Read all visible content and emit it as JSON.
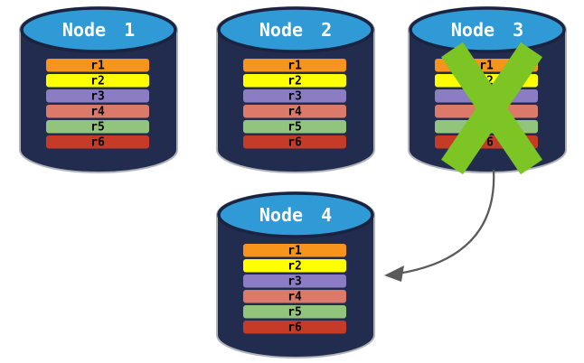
{
  "canvas": {
    "background": "#FFFFFF"
  },
  "colors": {
    "cylinder_body": "#212C4E",
    "cylinder_top": "#2F9AD6",
    "cylinder_outline": "#B0B4BA",
    "ellipse_ring": "#1A2440",
    "node_label_text": "#FFFFFF",
    "record_label_text": "#000000",
    "failure_x": "#7DC425",
    "arrow": "#5A5A5A"
  },
  "record_colors": {
    "r1": "#F7941D",
    "r2": "#FFFF00",
    "r3": "#8B7CC4",
    "r4": "#DB7A6B",
    "r5": "#93C47E",
    "r6": "#C53B27"
  },
  "nodes": [
    {
      "label": "Node 1",
      "failed": false,
      "records": [
        "r1",
        "r2",
        "r3",
        "r4",
        "r5",
        "r6"
      ]
    },
    {
      "label": "Node 2",
      "failed": false,
      "records": [
        "r1",
        "r2",
        "r3",
        "r4",
        "r5",
        "r6"
      ]
    },
    {
      "label": "Node 3",
      "failed": true,
      "records": [
        "r1",
        "r2",
        "r3",
        "r4",
        "r5",
        "r6"
      ]
    },
    {
      "label": "Node 4",
      "failed": false,
      "records": [
        "r1",
        "r2",
        "r3",
        "r4",
        "r5",
        "r6"
      ]
    }
  ],
  "failure_mark": {
    "on_node": "Node 3",
    "shape": "X"
  },
  "arrow": {
    "from_node": "Node 3",
    "to_node": "Node 4"
  }
}
